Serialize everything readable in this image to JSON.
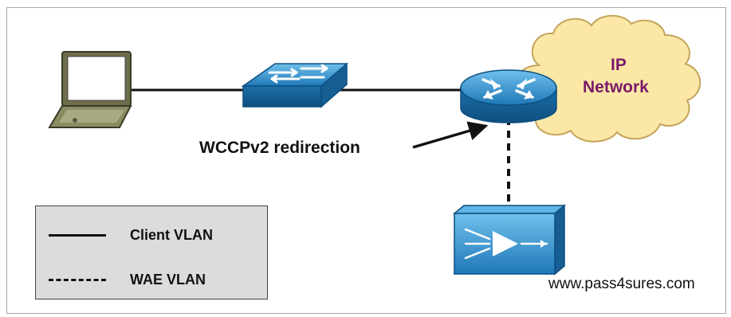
{
  "diagram": {
    "annotation": "WCCPv2 redirection",
    "cloud": {
      "line1": "IP",
      "line2": "Network"
    },
    "legend": [
      {
        "style": "solid",
        "label": "Client VLAN"
      },
      {
        "style": "dashed",
        "label": "WAE VLAN"
      }
    ],
    "watermark": "www.pass4sures.com",
    "nodes": [
      {
        "id": "client-laptop",
        "icon": "laptop-icon"
      },
      {
        "id": "switch",
        "icon": "switch-icon"
      },
      {
        "id": "router",
        "icon": "router-icon"
      },
      {
        "id": "wae-appliance",
        "icon": "wae-icon"
      },
      {
        "id": "ip-network",
        "icon": "cloud-icon"
      }
    ],
    "colors": {
      "device_blue": "#2f8fcf",
      "cloud_fill": "#fbe8a6",
      "cloud_text": "#7a1a6a",
      "legend_bg": "#dcdcdc"
    }
  }
}
